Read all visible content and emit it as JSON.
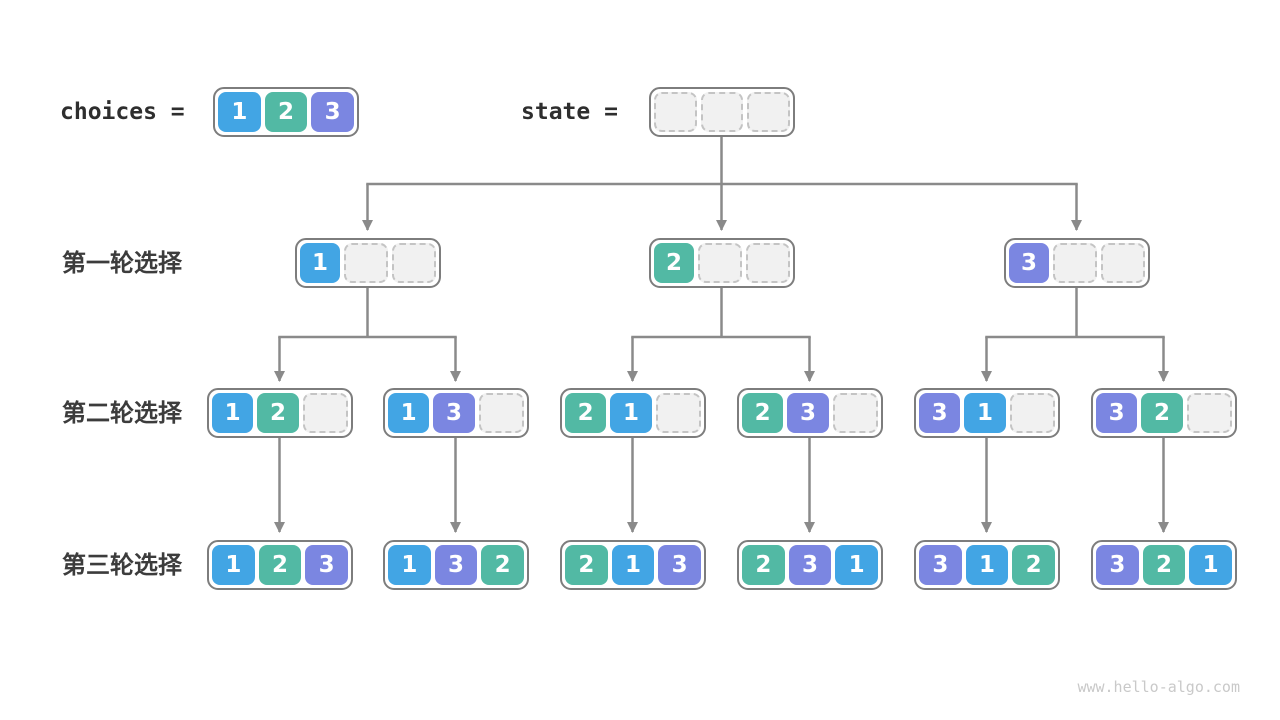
{
  "palette": {
    "1": "#42A5E4",
    "2": "#52B9A4",
    "3": "#7B86E1",
    "arrow": "#8A8A8A"
  },
  "header": {
    "choices_label": "choices =",
    "choices_cells": [
      "1",
      "2",
      "3"
    ],
    "state_label": "state =",
    "state_cells": [
      "",
      "",
      ""
    ]
  },
  "rows": [
    {
      "label": "第一轮选择",
      "boxes": [
        [
          "1",
          "",
          ""
        ],
        [
          "2",
          "",
          ""
        ],
        [
          "3",
          "",
          ""
        ]
      ]
    },
    {
      "label": "第二轮选择",
      "boxes": [
        [
          "1",
          "2",
          ""
        ],
        [
          "1",
          "3",
          ""
        ],
        [
          "2",
          "1",
          ""
        ],
        [
          "2",
          "3",
          ""
        ],
        [
          "3",
          "1",
          ""
        ],
        [
          "3",
          "2",
          ""
        ]
      ]
    },
    {
      "label": "第三轮选择",
      "boxes": [
        [
          "1",
          "2",
          "3"
        ],
        [
          "1",
          "3",
          "2"
        ],
        [
          "2",
          "1",
          "3"
        ],
        [
          "2",
          "3",
          "1"
        ],
        [
          "3",
          "1",
          "2"
        ],
        [
          "3",
          "2",
          "1"
        ]
      ]
    }
  ],
  "watermark": "www.hello-algo.com"
}
